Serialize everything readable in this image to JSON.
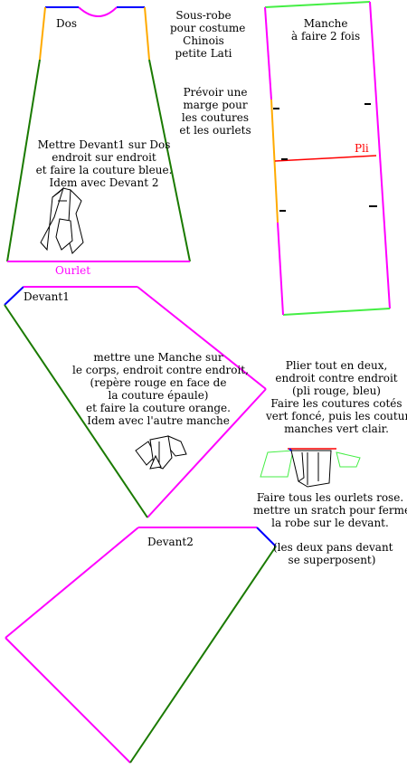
{
  "colors": {
    "blue": "#0000ff",
    "orange": "#ffaa00",
    "dark_green": "#1a7a00",
    "light_green": "#44ee44",
    "pink": "#ff00ff",
    "red": "#ff0000",
    "black": "#000000"
  },
  "pieces": {
    "dos_label": "Dos",
    "ourlet_label": "Ourlet",
    "manche_label": "Manche\nà faire 2 fois",
    "pli_label": "Pli",
    "devant1_label": "Devant1",
    "devant2_label": "Devant2"
  },
  "notes": {
    "title": "Sous-robe\npour costume\nChinois\npetite Lati",
    "margin": "Prévoir une\nmarge pour\nles coutures\net les ourlets",
    "step_dos": "Mettre Devant1 sur Dos\nendroit sur endroit\net faire la couture bleue.\nIdem avec Devant 2",
    "step_manche": "mettre une Manche sur\nle corps, endroit contre endroit,\n(repère rouge en face de\nla couture épaule)\net faire la couture orange.\nIdem avec l'autre manche",
    "step_plier": "Plier tout en deux,\nendroit contre endroit\n(pli rouge, bleu)\nFaire les coutures cotés\nvert foncé, puis les coutures\nmanches vert clair.",
    "step_ourlets": "Faire tous les ourlets rose.\nmettre un sratch pour fermer\nla robe sur le devant.",
    "superpose": "(les deux pans devant\nse superposent)"
  }
}
